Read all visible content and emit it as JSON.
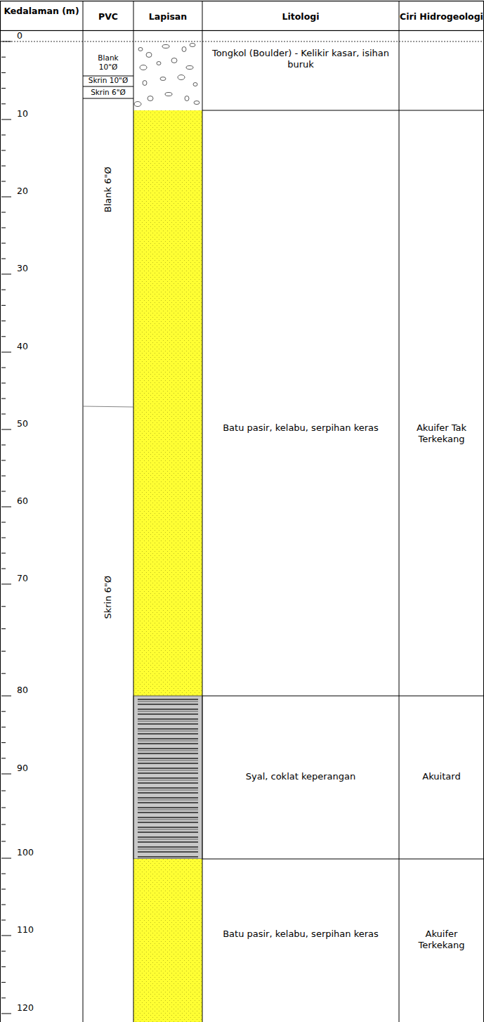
{
  "diagram": {
    "labels": [
      "Kedalaman (m)",
      "PVC",
      "Lapisan",
      "Litologi",
      "Ciri Hidrogeologi",
      "0",
      "10",
      "20",
      "30",
      "40",
      "50",
      "60",
      "70",
      "80",
      "90",
      "100",
      "110",
      "120",
      "Blank 10\"Ø",
      "Skrin 10\"Ø",
      "Skrin 6\"Ø",
      "Blank 6\"Ø",
      "Skrin 6\"Ø",
      "Tongkol (Boulder) - Kelikir kasar, isihan buruk",
      "Batu pasir, kelabu, serpihan keras",
      "Akuifer Tak Terkekang",
      "Syal, coklat keperangan",
      "Akuitard",
      "Batu pasir, kelabu, serpihan keras",
      "Akuifer Terkekang"
    ]
  }
}
